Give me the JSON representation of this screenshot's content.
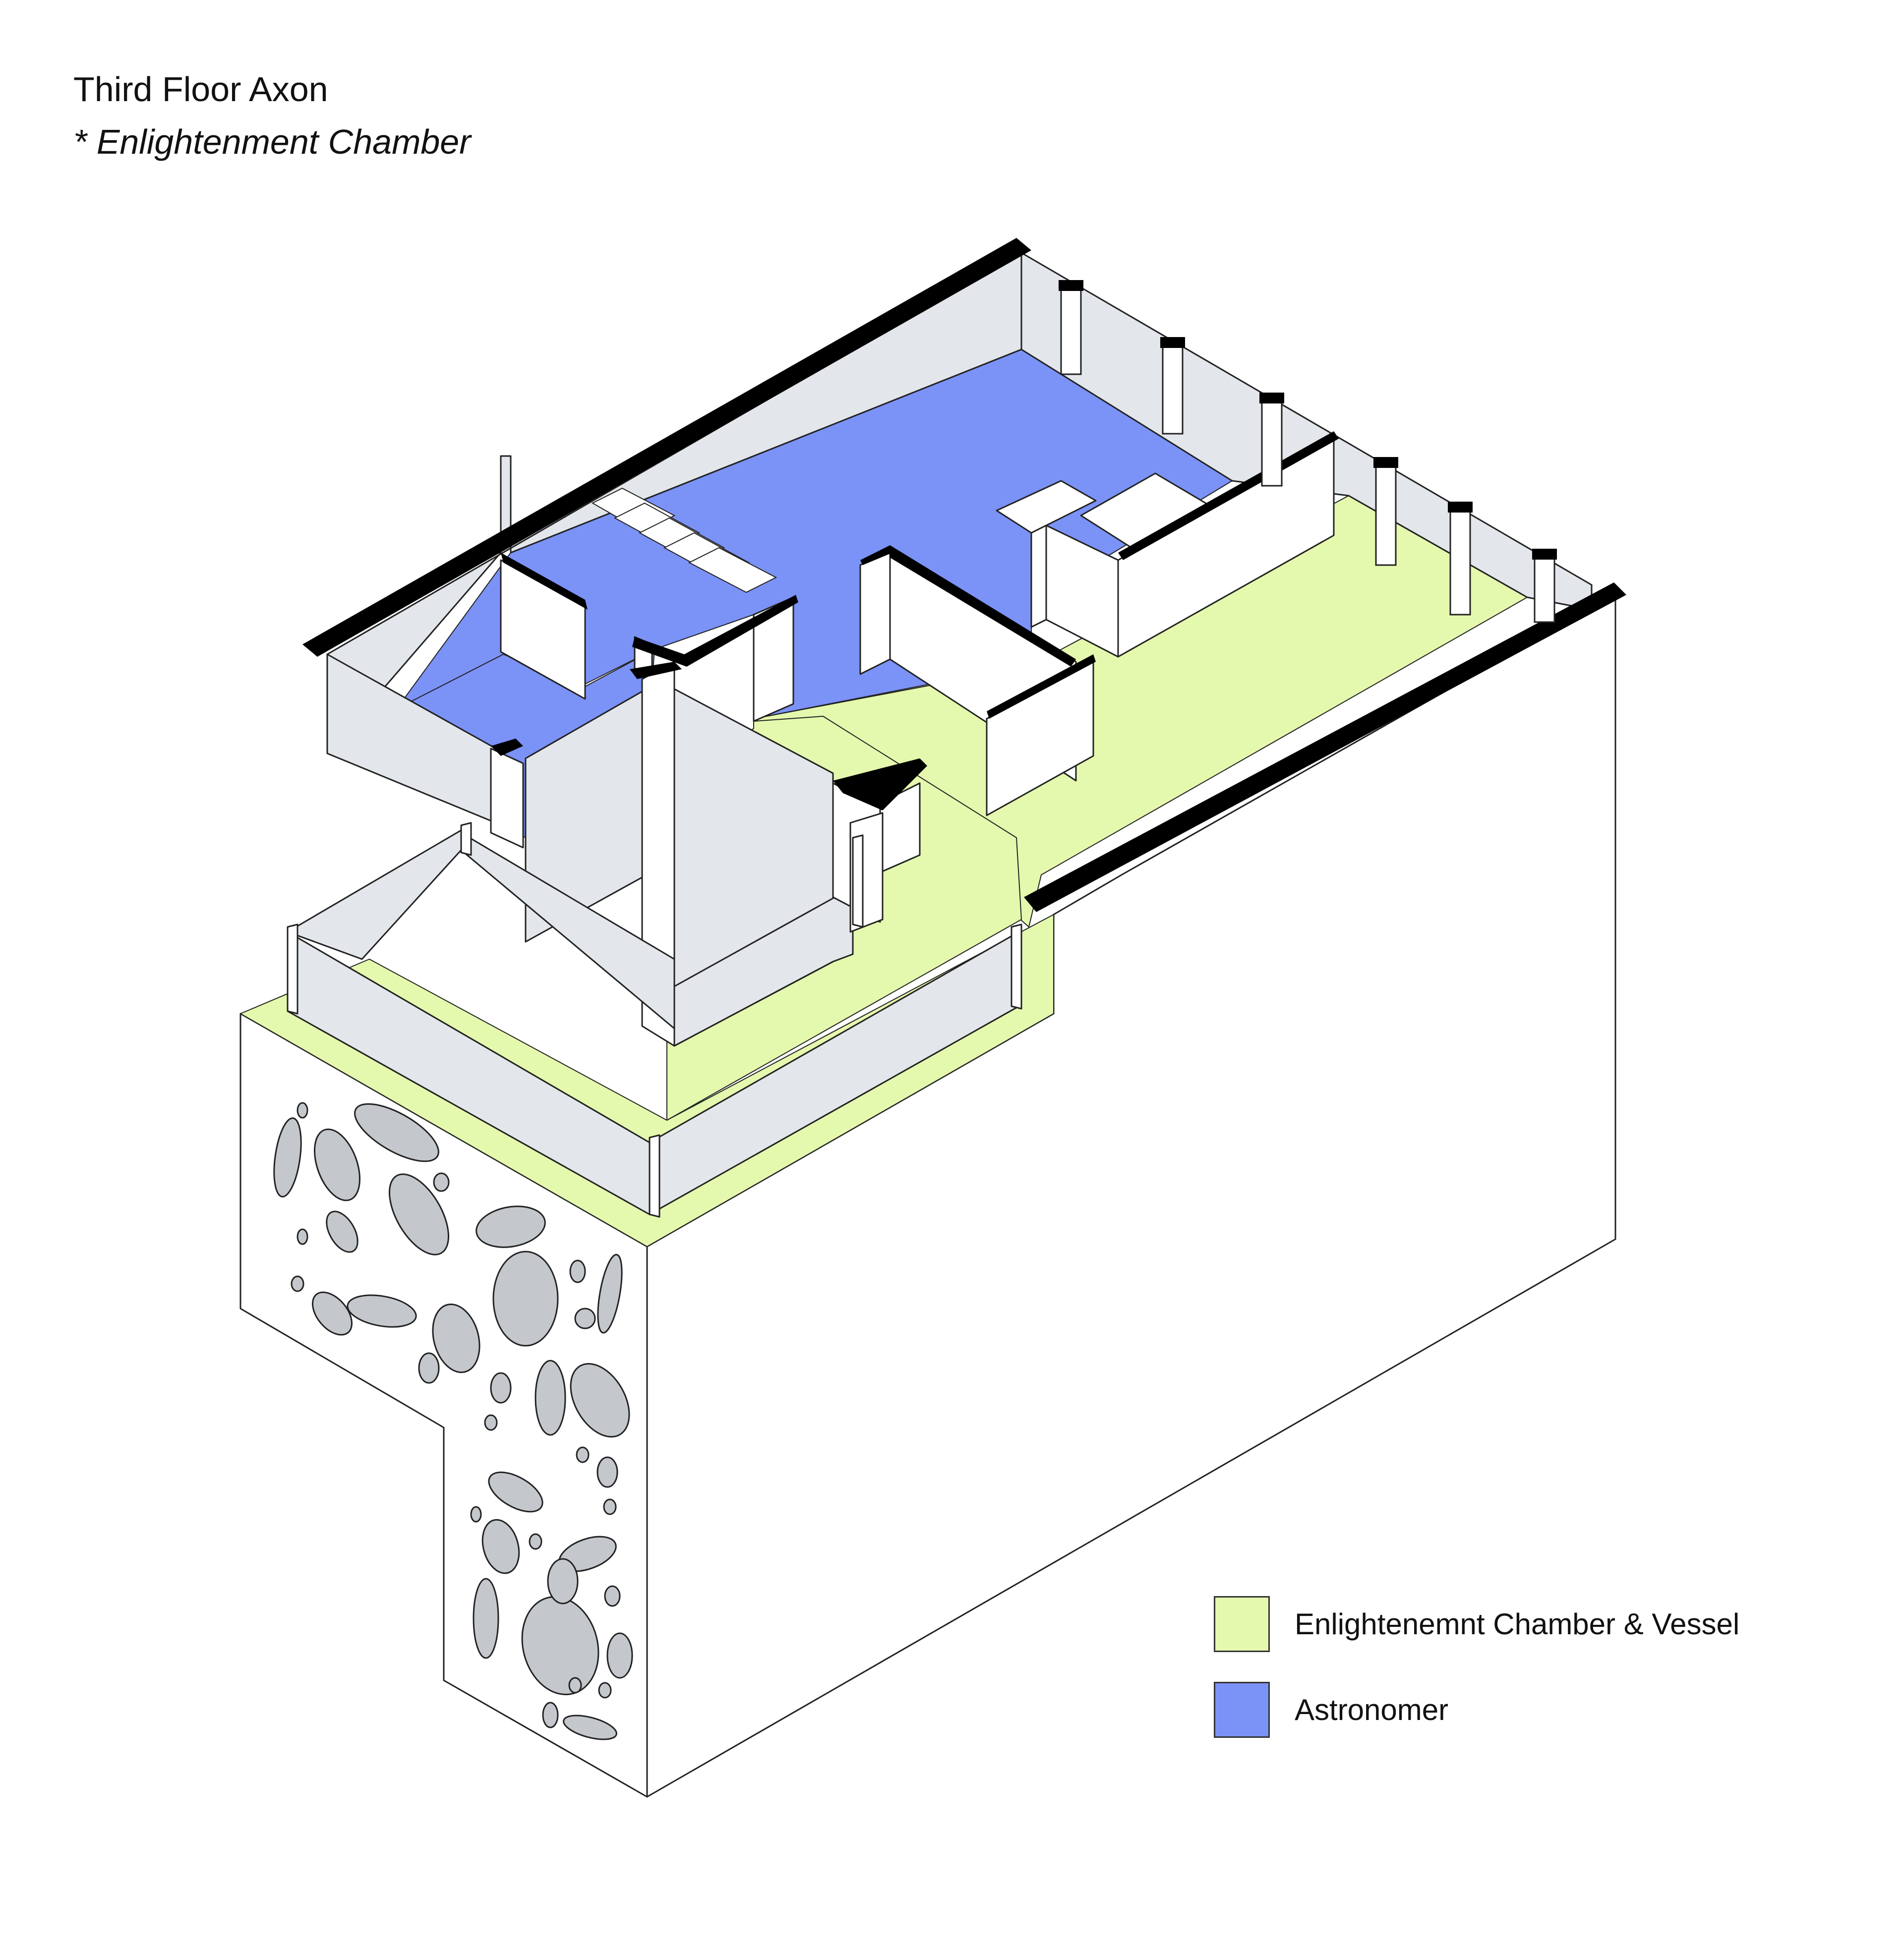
{
  "header": {
    "title": "Third Floor Axon",
    "subtitle": "* Enlightenment Chamber"
  },
  "legend": [
    {
      "label": "Enlightenemnt Chamber & Vessel",
      "color": "#e5f9ae"
    },
    {
      "label": "Astronomer",
      "color": "#7b92f7"
    }
  ],
  "colors": {
    "chamber": "#e5f9ae",
    "astronomer": "#7b92f7",
    "wall_face": "#e3e6ea",
    "wall_cut": "#000000",
    "opening": "#bfc4c9"
  }
}
